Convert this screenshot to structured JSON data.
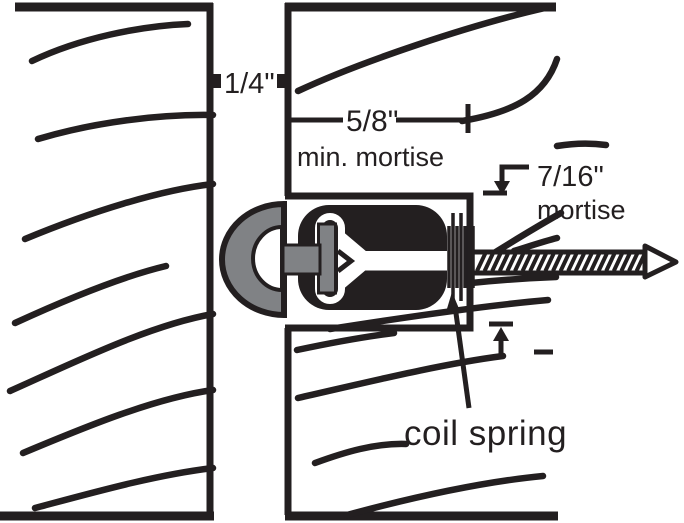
{
  "colors": {
    "ink": "#231f20",
    "gray": "#808285",
    "paper": "#ffffff"
  },
  "labels": {
    "gap_width": "1/4\"",
    "mortise_min_width": "5/8\"",
    "mortise_min_caption": "min. mortise",
    "mortise_depth": "7/16\"",
    "mortise_word": "mortise",
    "coil_spring": "coil spring"
  }
}
